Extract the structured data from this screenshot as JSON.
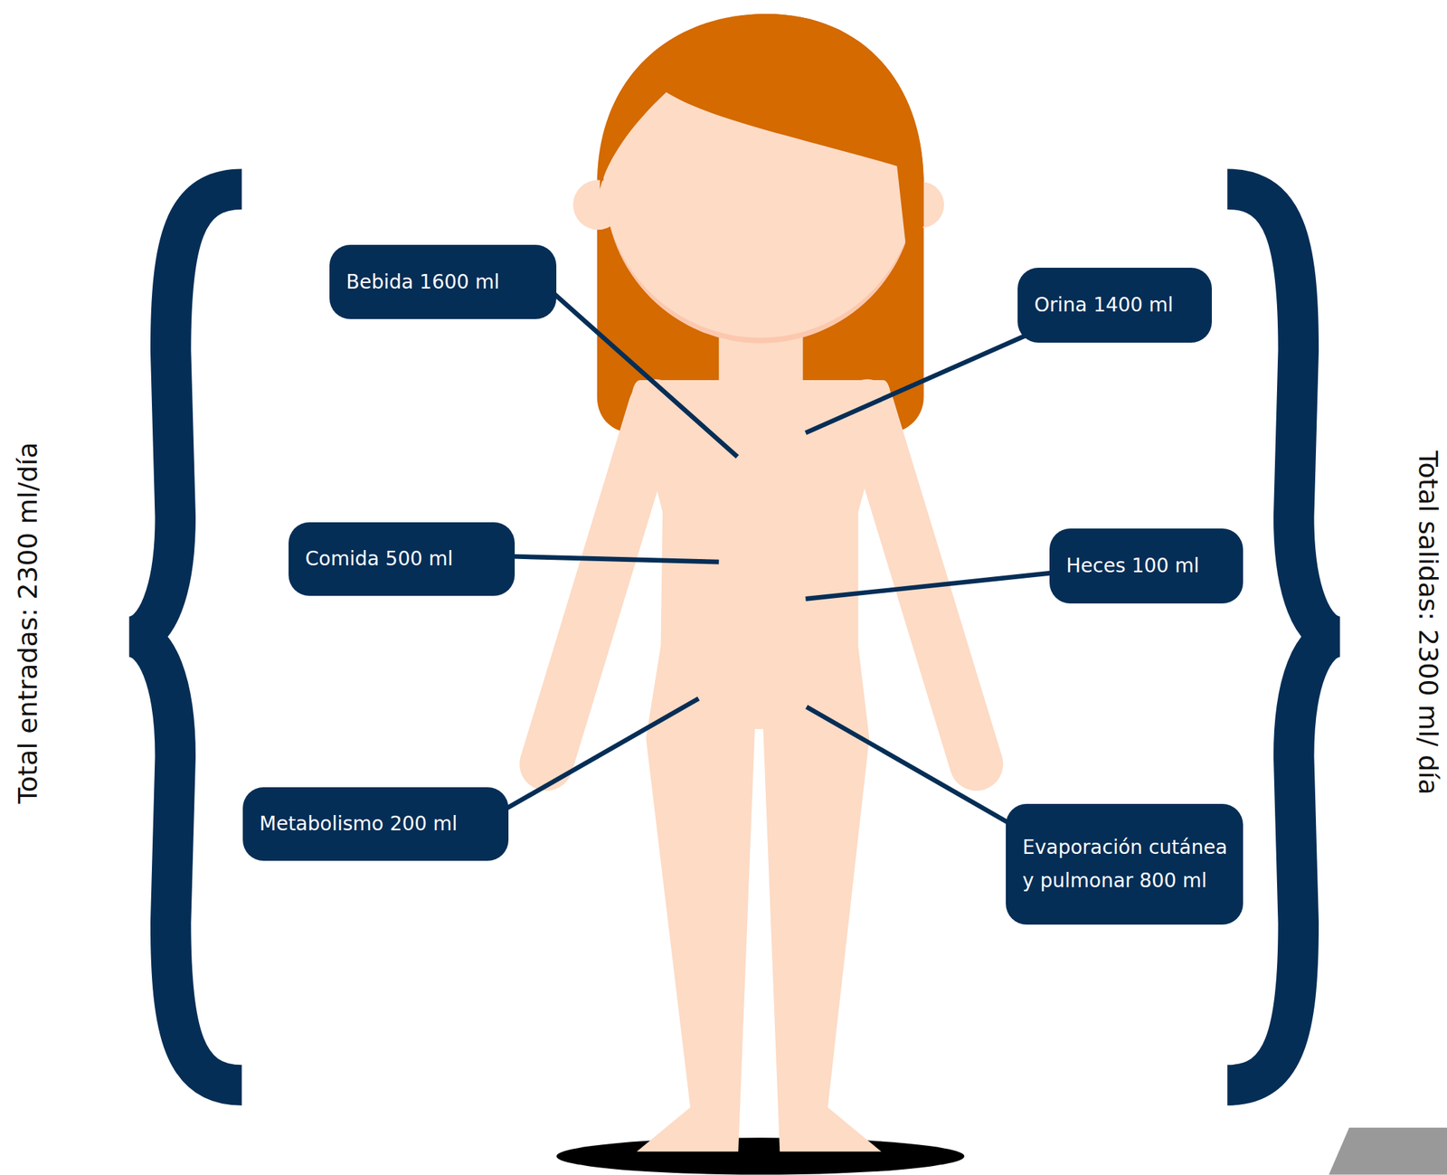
{
  "diagram": {
    "nodes": [
      {
        "text": [
          "Bebida 1600 ml"
        ]
      },
      {
        "text": [
          "Orina 1400 ml"
        ]
      },
      {
        "text": [
          "Comida 500 ml"
        ]
      },
      {
        "text": [
          "Heces 100 ml"
        ]
      },
      {
        "text": [
          "Metabolismo 200 ml"
        ]
      },
      {
        "text": [
          "Evaporación cutánea y pulmonar 800 ml"
        ]
      }
    ],
    "labels": [
      "Total entradas: 2300 ml/día",
      "Total salidas: 2300 ml/ día"
    ]
  }
}
